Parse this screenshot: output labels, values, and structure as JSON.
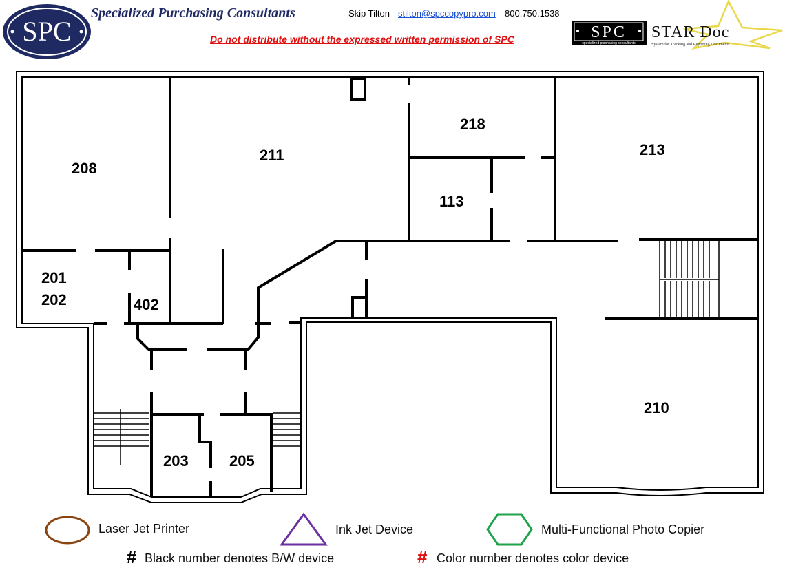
{
  "header": {
    "logo_text": "SPC",
    "company_name": "Specialized Purchasing Consultants",
    "contact_name": "Skip Tilton",
    "contact_email": "stilton@spccopypro.com",
    "contact_phone": "800.750.1538",
    "notice": "Do not distribute without the expressed written permission of SPC"
  },
  "star_doc": {
    "spc_text": "SPC",
    "spc_subtitle": "specialized purchasing consultants",
    "title": "STAR Doc",
    "subtitle": "System for Tracking and Reporting Documents"
  },
  "rooms": [
    "208",
    "211",
    "218",
    "213",
    "113",
    "201",
    "202",
    "402",
    "203",
    "205",
    "210"
  ],
  "legend": {
    "laser": "Laser Jet Printer",
    "inkjet": "Ink Jet Device",
    "mfp": "Multi-Functional Photo Copier",
    "bw_symbol": "#",
    "bw_text": "Black number denotes B/W device",
    "color_symbol": "#",
    "color_text": "Color number denotes color device"
  },
  "colors": {
    "brand_navy": "#1f2a63",
    "notice_red": "#e01010",
    "link_blue": "#1a4fd6",
    "laser_brown": "#8b4513",
    "inkjet_purple": "#6b2fa0",
    "mfp_green": "#1fa34a",
    "star_yellow": "#e8d84a"
  }
}
